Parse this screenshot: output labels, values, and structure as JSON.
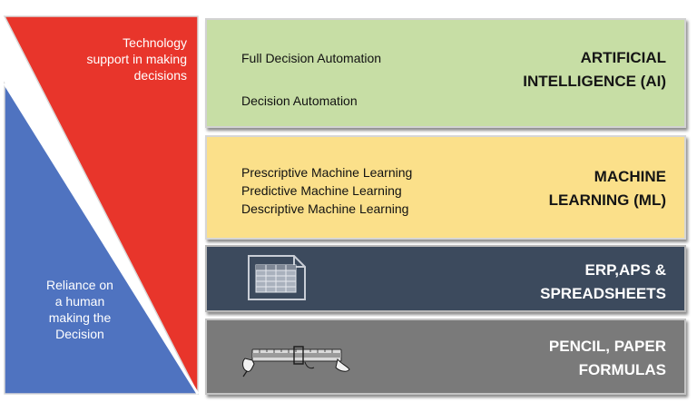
{
  "left_panel": {
    "technology_text": "Technology\nsupport in making\ndecisions",
    "human_text": "Reliance on\na human\nmaking the\nDecision",
    "colors": {
      "technology": "#e8352b",
      "human": "#4f73c0"
    }
  },
  "layers": {
    "ai": {
      "title": "ARTIFICIAL\nINTELLIGENCE (AI)",
      "items": [
        "Full Decision Automation",
        "Decision Automation"
      ],
      "color": "#c7dea5"
    },
    "ml": {
      "title": "MACHINE\nLEARNING (ML)",
      "items": [
        "Prescriptive Machine Learning",
        "Predictive Machine Learning",
        "Descriptive Machine Learning"
      ],
      "color": "#fbe08a"
    },
    "erp": {
      "title": "ERP,APS &\nSPREADSHEETS",
      "icon": "spreadsheet-icon",
      "color": "#3c4a5d"
    },
    "pen": {
      "title": "PENCIL, PAPER\nFORMULAS",
      "icon": "slide-rule-icon",
      "color": "#7a7a7a"
    }
  }
}
